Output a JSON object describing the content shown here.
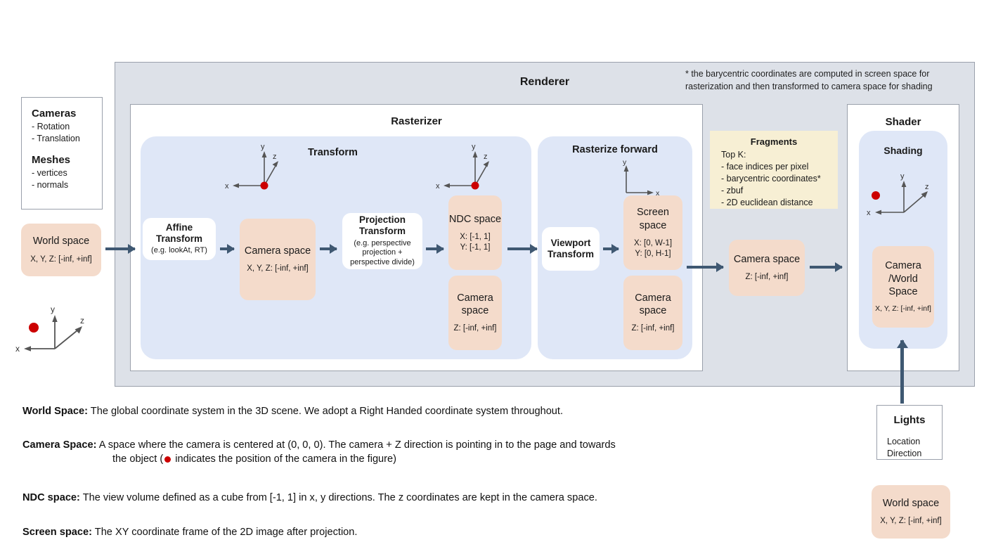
{
  "renderer": {
    "title": "Renderer",
    "footnote": "* the barycentric coordinates are computed in screen space for rasterization and then transformed to camera space for shading"
  },
  "rasterizer": {
    "title": "Rasterizer",
    "transform": {
      "title": "Transform",
      "affine": {
        "title": "Affine Transform",
        "note": "(e.g. lookAt, RT)"
      },
      "camera_space": {
        "title": "Camera space",
        "range": "X, Y, Z: [-inf, +inf]"
      },
      "projection": {
        "title": "Projection Transform",
        "note": "(e.g. perspective projection + perspective divide)"
      },
      "ndc": {
        "title": "NDC space",
        "range_x": "X: [-1, 1]",
        "range_y": "Y: [-1, 1]"
      },
      "camera_space_z": {
        "title": "Camera space",
        "range": "Z: [-inf, +inf]"
      }
    },
    "rasterize_forward": {
      "title": "Rasterize forward",
      "viewport": {
        "title": "Viewport Transform"
      },
      "screen_space": {
        "title": "Screen space",
        "range_x": "X: [0, W-1]",
        "range_y": "Y: [0,  H-1]"
      },
      "camera_space_z": {
        "title": "Camera space",
        "range": "Z: [-inf, +inf]"
      }
    }
  },
  "fragments": {
    "title": "Fragments",
    "items": [
      "Top K:",
      "- face indices per pixel",
      "- barycentric coordinates*",
      "- zbuf",
      "- 2D euclidean distance"
    ]
  },
  "fragments_camera_space": {
    "title": "Camera space",
    "range": "Z: [-inf, +inf]"
  },
  "shader": {
    "title": "Shader",
    "shading": {
      "title": "Shading",
      "camera_world": {
        "title_line1": "Camera",
        "title_line2": "/World",
        "title_line3": "Space",
        "range": "X, Y, Z: [-inf, +inf]"
      }
    }
  },
  "inputs": {
    "cameras": {
      "heading": "Cameras",
      "items": [
        "- Rotation",
        "- Translation"
      ]
    },
    "meshes": {
      "heading": "Meshes",
      "items": [
        "- vertices",
        "- normals"
      ]
    },
    "world_space": {
      "title": "World space",
      "range": "X, Y, Z: [-inf, +inf]"
    }
  },
  "lights": {
    "heading": "Lights",
    "items": [
      "Location",
      "Direction"
    ],
    "world_space": {
      "title": "World space",
      "range": "X, Y, Z: [-inf, +inf]"
    }
  },
  "axes": {
    "x": "x",
    "y": "y",
    "z": "z"
  },
  "descriptions": [
    {
      "term": "World Space:",
      "text": " The global coordinate system in the 3D scene. We adopt a Right Handed coordinate system throughout."
    },
    {
      "term": "Camera Space:",
      "text": " A space where the camera is centered at (0, 0, 0). The camera + Z direction is pointing in to the page and towards",
      "line2_pre": "the object (",
      "line2_post": " indicates the position of the camera in the figure)"
    },
    {
      "term": "NDC space:",
      "text": " The view volume defined as a cube from [-1, 1] in x, y directions. The z coordinates are kept in the camera space."
    },
    {
      "term": "Screen space:",
      "text": " The XY coordinate frame of the 2D image after projection."
    }
  ],
  "colors": {
    "peach": "#f4dbcb",
    "blue": "#dfe7f7",
    "gray": "#dde1e8",
    "yellow": "#f7efd4",
    "arrow": "#3f5872",
    "camera_dot": "#cc0000"
  }
}
